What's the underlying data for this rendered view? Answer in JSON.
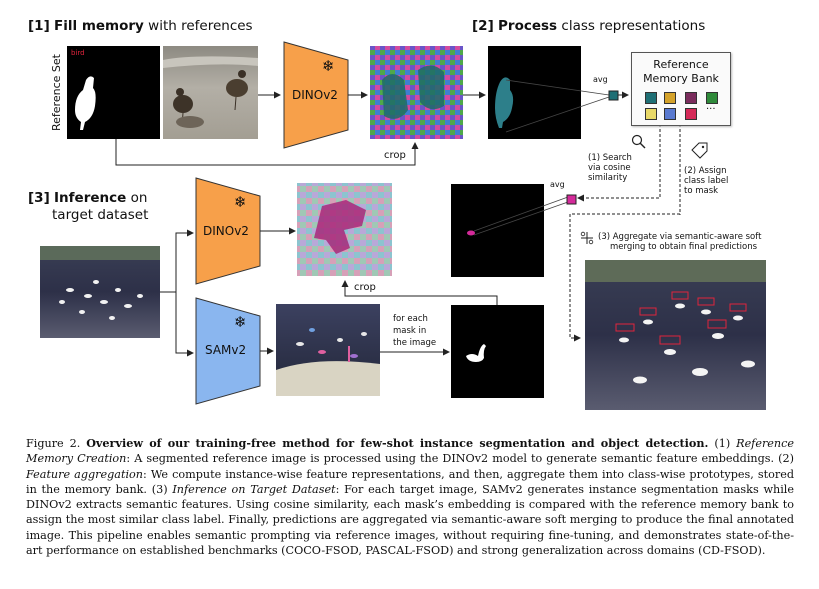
{
  "sections": {
    "s1_num": "[1]",
    "s1_bold": "Fill memory",
    "s1_rest": "with references",
    "s2_num": "[2]",
    "s2_bold": "Process",
    "s2_rest": "class representations",
    "s3_num": "[3]",
    "s3_bold": "Inference",
    "s3_rest1": "on",
    "s3_rest2": "target dataset"
  },
  "labels": {
    "reference_set": "Reference Set",
    "mask_tag": "bird",
    "dinov2_top": "DINOv2",
    "dinov2_bottom": "DINOv2",
    "samv2": "SAMv2",
    "avg_top": "avg",
    "avg_bottom": "avg",
    "crop_top": "crop",
    "crop_bottom": "crop",
    "bank_title_line1": "Reference",
    "bank_title_line2": "Memory Bank",
    "bank_ellipsis": "···",
    "search_line1": "(1) Search",
    "search_line2": "via cosine",
    "search_line3": "similarity",
    "assign_line1": "(2) Assign",
    "assign_line2": "class label",
    "assign_line3": "to mask",
    "aggregate_line1": "(3)  Aggregate via semantic-aware soft",
    "aggregate_line2": "merging to obtain final predictions",
    "for_each_line1": "for each",
    "for_each_line2": "mask in",
    "for_each_line3": "the image",
    "snowflake": "❄"
  },
  "colors": {
    "dinov2_fill": "#f7a04a",
    "samv2_fill": "#8ab6ef",
    "bank_swatches": [
      "#1f6f75",
      "#d4a22a",
      "#7a2c5c",
      "#2f8a3a",
      "#e8d868",
      "#5a7ad0",
      "#d42a58"
    ],
    "avg_top_swatch": "#1f6f75",
    "avg_bottom_swatch": "#d42a9a"
  },
  "caption": {
    "figure_label": "Figure 2.",
    "title": "Overview of our training-free method for few-shot instance segmentation and object detection.",
    "p1_num": "(1)",
    "p1_head": "Reference Memory Creation",
    "p1_text": ": A segmented reference image is processed using the DINOv2 model to generate semantic feature embeddings. (2)",
    "p2_head": "Feature aggregation",
    "p2_text": ": We compute instance-wise feature representations, and then, aggregate them into class-wise prototypes, stored in the memory bank. (3)",
    "p3_head": "Inference on Target Dataset",
    "p3_text": ": For each target image, SAMv2 generates instance segmentation masks while DINOv2 extracts semantic features. Using cosine similarity, each mask’s embedding is compared with the reference memory bank to assign the most similar class label. Finally, predictions are aggregated via semantic-aware soft merging to produce the final annotated image. This pipeline enables semantic prompting via reference images, without requiring fine-tuning, and demonstrates state-of-the-art performance on established benchmarks (COCO-FSOD, PASCAL-FSOD) and strong generalization across domains (CD-FSOD)."
  }
}
